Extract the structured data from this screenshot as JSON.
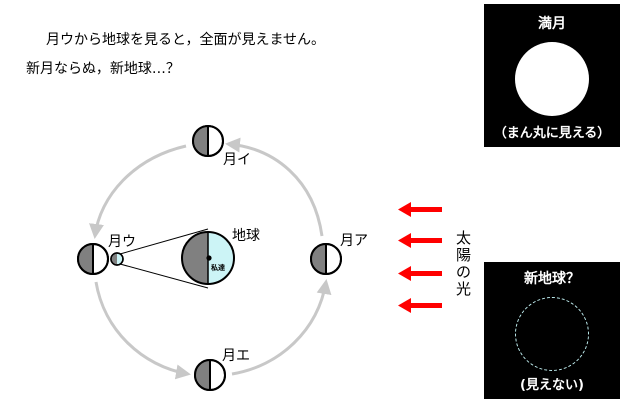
{
  "caption": {
    "line1": "月ウから地球を見ると，全面が見えません。",
    "line2": "新月ならぬ，新地球…？"
  },
  "diagram": {
    "moon_labels": {
      "a": "月ア",
      "i": "月イ",
      "u": "月ウ",
      "e": "月エ"
    },
    "earth_label": "地球",
    "observer_label": "私達",
    "sunlight_label": [
      "太",
      "陽",
      "の",
      "光"
    ]
  },
  "panels": {
    "full_moon": {
      "title": "満月",
      "subtitle": "（まん丸に見える）"
    },
    "new_earth": {
      "title": "新地球？",
      "subtitle": "(見えない)"
    }
  },
  "colors": {
    "arrow_red": "#ff0000",
    "orbit_gray": "#c8c8c8",
    "earth_lit": "#ccf4f6",
    "earth_dark": "#808080",
    "moon_dark": "#808080",
    "panel_bg": "#000000",
    "new_earth_outline": "#bfeef0"
  }
}
